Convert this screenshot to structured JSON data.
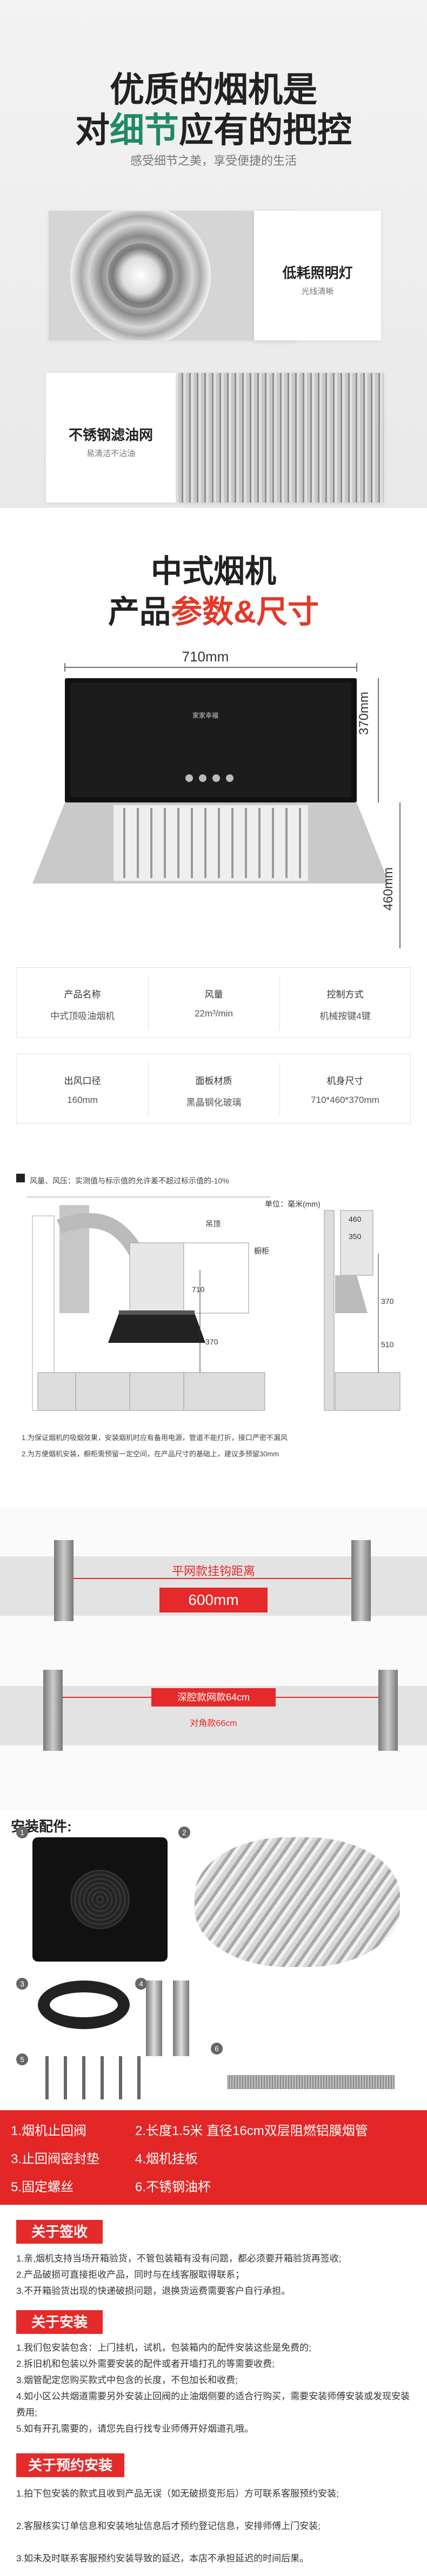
{
  "hero": {
    "title_line1": "优质的烟机是",
    "title_line2_a": "对",
    "title_line2_b": "细节",
    "title_line2_c": "应有的把控",
    "subtitle": "感受细节之美，享受便捷的生活",
    "lamp_title": "低耗照明灯",
    "lamp_sub": "光线清晰",
    "filter_title": "不锈钢滤油网",
    "filter_sub": "易清洁不沾油"
  },
  "specs": {
    "title_line1": "中式烟机",
    "title_line2_a": "产品",
    "title_line2_b": "参数&尺寸",
    "width_label": "710mm",
    "height_label": "370mm",
    "depth_label": "460mm",
    "brand": "家家幸福",
    "table": [
      {
        "head": "产品名称",
        "value": "中式顶吸油烟机"
      },
      {
        "head": "风量",
        "value": "22m³/min"
      },
      {
        "head": "控制方式",
        "value": "机械按键4键"
      },
      {
        "head": "出风口径",
        "value": "160mm"
      },
      {
        "head": "面板材质",
        "value": "黑晶钢化玻璃"
      },
      {
        "head": "机身尺寸",
        "value": "710*460*370mm"
      }
    ]
  },
  "install": {
    "note_top": "风量、风压：实测值与标示值的允许差不超过标示值的-10%",
    "unit": "单位：毫米(mm)",
    "labels": [
      "吊顶",
      "橱柜",
      "710",
      "370",
      "460",
      "350",
      "370",
      "510"
    ],
    "note1": "1.为保证烟机的吸烟效果，安装烟机时应有备用电源，管道不能打折，接口严密不漏风",
    "note2": "2.为方便烟机安装，橱柜需预留一定空间，在产品尺寸的基础上，建议多预留30mm"
  },
  "hang": {
    "label1": "平网款挂钩距离",
    "value1": "600mm",
    "label2": "深腔款网款64cm",
    "value2": "对角款66cm"
  },
  "accessories": {
    "title": "安装配件:",
    "nums": [
      "1",
      "2",
      "3",
      "4",
      "5",
      "6"
    ]
  },
  "banner": {
    "items": [
      "1.烟机止回阀",
      "2.长度1.5米 直径16cm双层阻燃铝膜烟管",
      "3.止回阀密封垫",
      "4.烟机挂板",
      "5.固定螺丝",
      "6.不锈钢油杯"
    ]
  },
  "sign": {
    "tag": "关于签收",
    "lines": [
      "1.亲,烟机支持当场开箱验货，不管包装箱有没有问题，都必须要开箱验货再签收;",
      "2.产品破损可直接拒收产品，同时与在线客服取得联系；",
      "3.不开箱验货出现的快递破损问题，退换货运费需要客户自行承担。"
    ]
  },
  "setup": {
    "tag": "关于安装",
    "lines": [
      "1.我们包安装包含：上门挂机，试机，包装箱内的配件安装这些是免费的;",
      "2.拆旧机和包装以外需要安装的配件或者开墙打孔的等需要收费;",
      "3.烟管配定您购买款式中包含的长度，不包加长和收费;",
      "4.如小区公共烟道需要另外安装止回阀的止油烟侧要的适合行购买，需要安装师傅安装或发现安装费用;",
      "5.如有开孔需要的，请您先自行找专业师傅开好烟道孔哦。"
    ]
  },
  "booking": {
    "tag": "关于预约安装",
    "lines": [
      "1.拍下包安装的款式且收到产品无误（如无破损变形后）方可联系客服预约安装;",
      "2.客服核实订单信息和安装地址信息后才预约登记信息，安排师傅上门安装;",
      "3.如未及时联系客服预约安装导致的延迟，本店不承担延迟的时间后果。"
    ]
  }
}
